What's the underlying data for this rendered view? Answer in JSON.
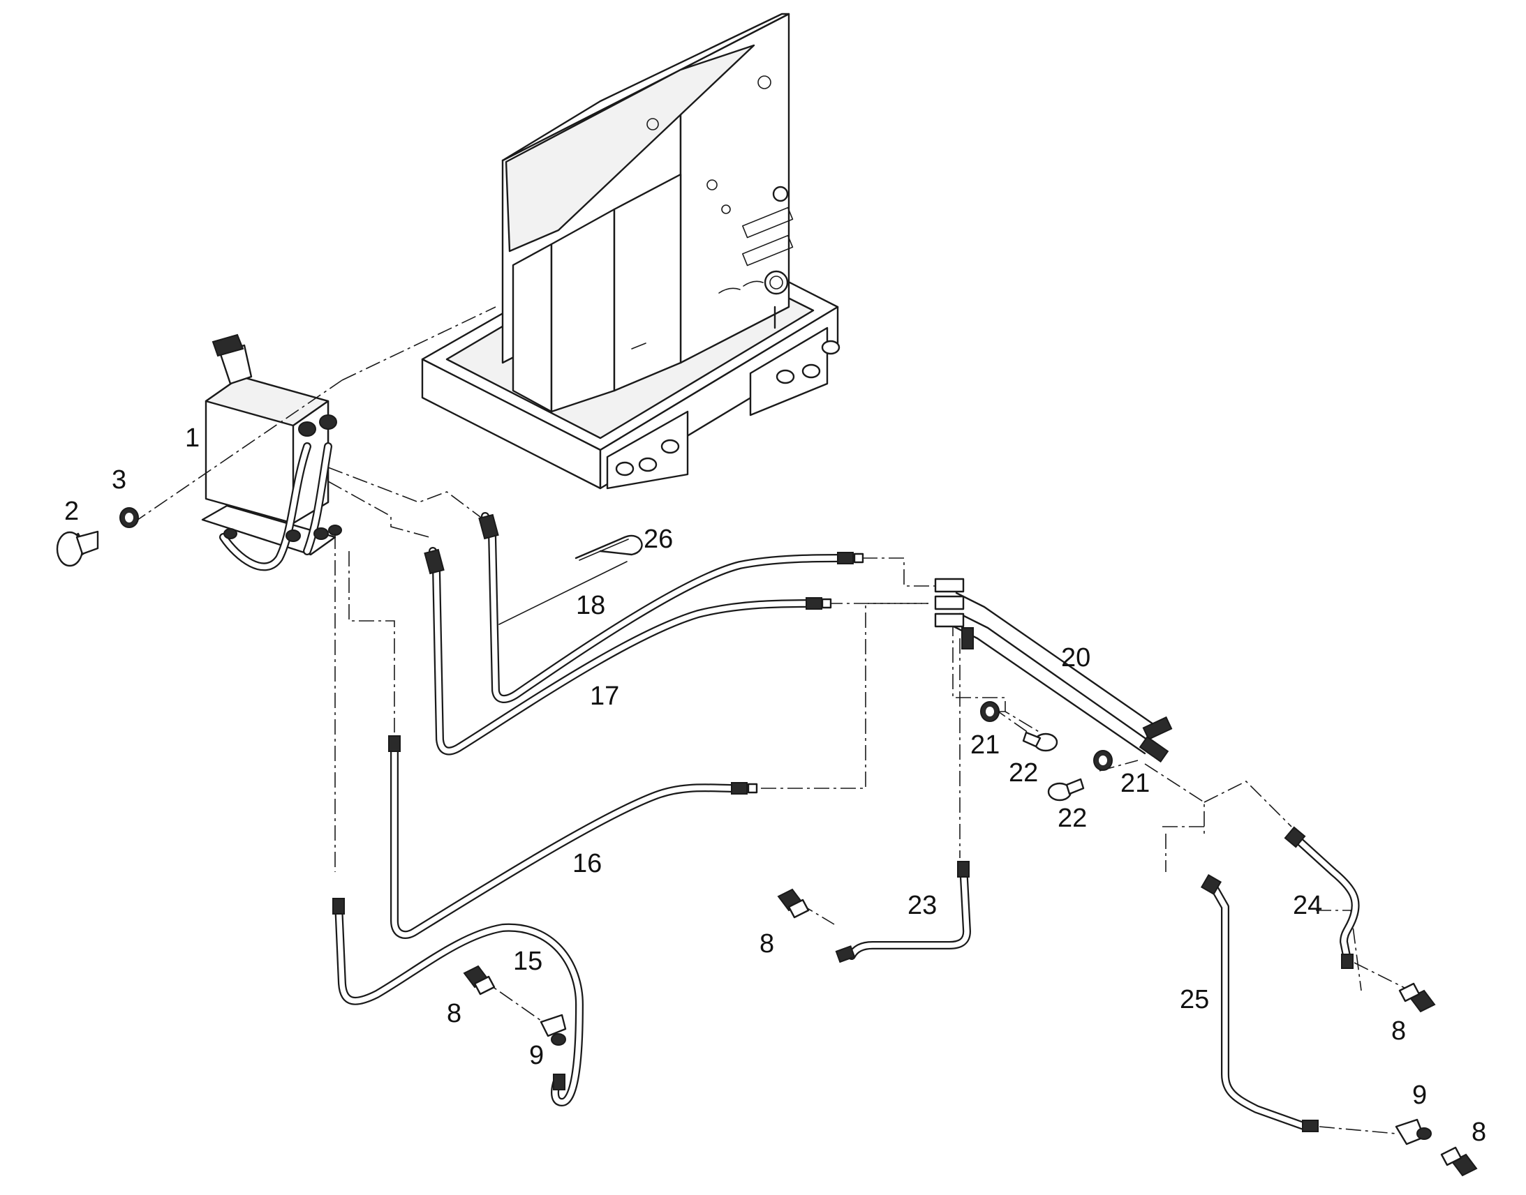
{
  "callouts": {
    "c1": "1",
    "c2": "2",
    "c3": "3",
    "c8a": "8",
    "c8b": "8",
    "c8c": "8",
    "c8d": "8",
    "c9a": "9",
    "c9b": "9",
    "c15": "15",
    "c16": "16",
    "c17": "17",
    "c18": "18",
    "c20": "20",
    "c21a": "21",
    "c21b": "21",
    "c22a": "22",
    "c22b": "22",
    "c23": "23",
    "c24": "24",
    "c25": "25",
    "c26": "26"
  }
}
